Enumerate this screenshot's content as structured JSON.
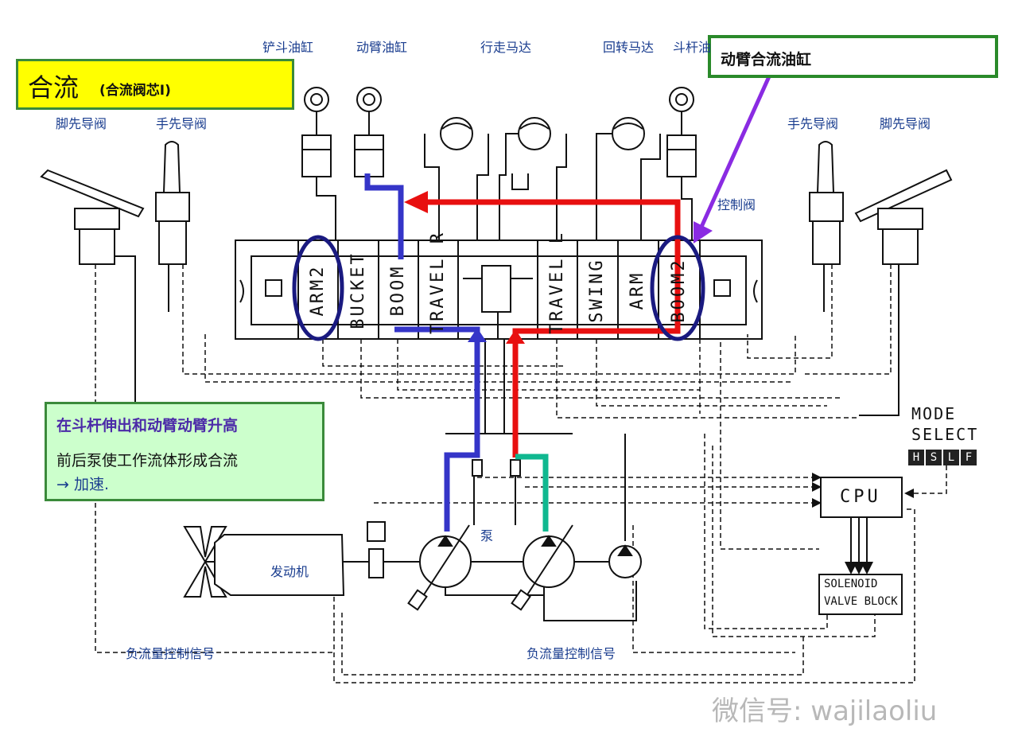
{
  "title_box": {
    "main": "合流",
    "sub": "(合流阀芯I)"
  },
  "callout": {
    "text": "动臂合流油缸"
  },
  "top_labels": {
    "bucket_cyl": "铲斗油缸",
    "boom_cyl": "动臂油缸",
    "travel_motor": "行走马达",
    "swing_motor": "回转马达",
    "arm_cyl": "斗杆油"
  },
  "side_labels": {
    "left_foot": "脚先导阀",
    "left_hand": "手先导阀",
    "right_hand": "手先导阀",
    "right_foot": "脚先导阀",
    "control_valve": "控制阀"
  },
  "spools": [
    "ARM2",
    "BUCKET",
    "BOOM",
    "TRAVEL R",
    "TRAVEL L",
    "SWING",
    "ARM",
    "BOOM2"
  ],
  "note": {
    "line1": "在斗杆伸出和动臂动臂升高",
    "line2": "前后泵使工作流体形成合流",
    "line3": "→ 加速."
  },
  "bottom_labels": {
    "engine": "发动机",
    "pump": "泵",
    "neg_flow_left": "负流量控制信号",
    "neg_flow_right": "负流量控制信号"
  },
  "controller": {
    "mode_line1": "MODE",
    "mode_line2": "SELECT",
    "mode_keys": [
      "H",
      "S",
      "L",
      "F"
    ],
    "cpu": "CPU",
    "solenoid_line1": "SOLENOID",
    "solenoid_line2": "VALVE BLOCK"
  },
  "watermark": "微信号: wajilaoliu",
  "colors": {
    "boom_flow": "#e81010",
    "arm_flow": "#3535c8",
    "pump_link": "#10b890",
    "highlight": "#1a1a80",
    "arrow": "#8a2be2"
  }
}
